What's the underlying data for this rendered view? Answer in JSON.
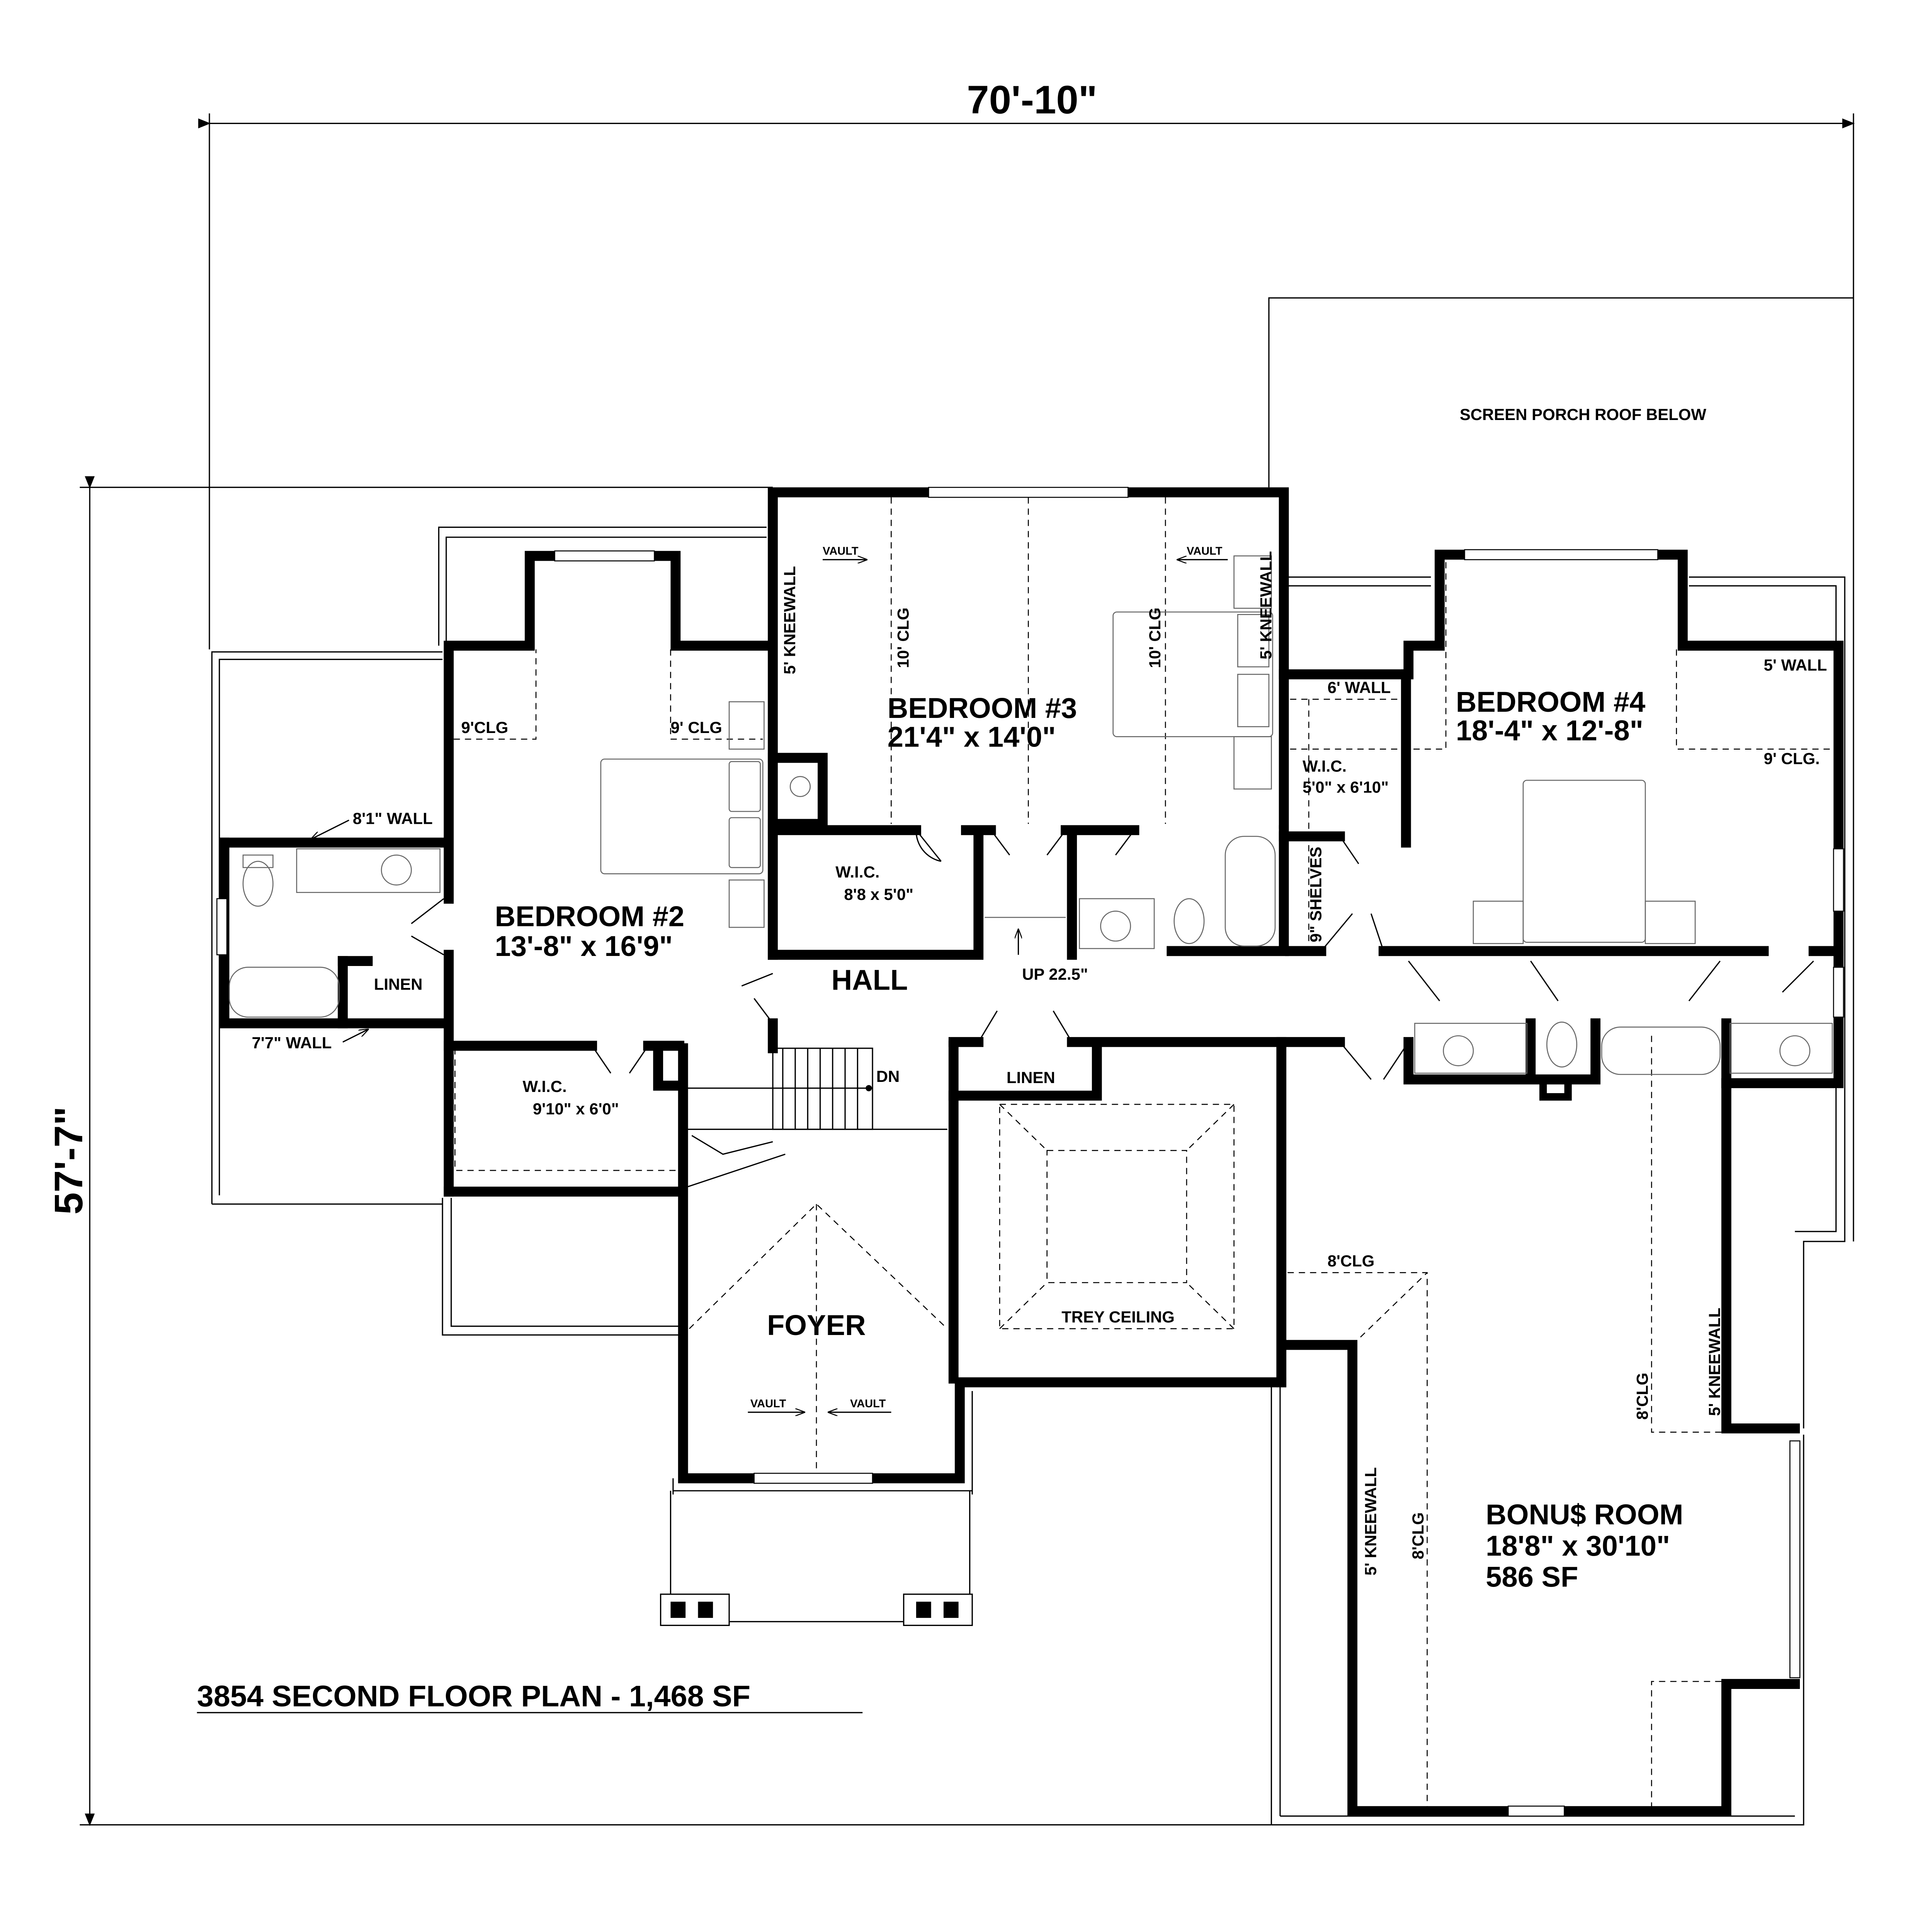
{
  "plan_title": "3854 SECOND FLOOR PLAN - 1,468 SF",
  "dimensions": {
    "width": "70'-10\"",
    "depth": "57'-7\""
  },
  "screen_porch": "SCREEN PORCH ROOF BELOW",
  "bedroom3": {
    "name": "BEDROOM #3",
    "size": "21'4\" x 14'0\"",
    "vault": "VAULT",
    "clg": "10' CLG",
    "kneewall": "5' KNEEWALL"
  },
  "bedroom2": {
    "name": "BEDROOM #2",
    "size": "13'-8\" x 16'9\"",
    "clg_left": "9'CLG",
    "clg_right": "9' CLG",
    "wall_top": "8'1\" WALL",
    "wall_bottom": "7'7\" WALL",
    "linen": "LINEN"
  },
  "wic2": {
    "name": "W.I.C.",
    "size": "9'10\" x 6'0\""
  },
  "wic3": {
    "name": "W.I.C.",
    "size": "8'8 x 5'0\""
  },
  "hall": {
    "name": "HALL",
    "up": "UP 22.5\"",
    "dn": "DN",
    "linen": "LINEN"
  },
  "bedroom4": {
    "name": "BEDROOM #4",
    "size": "18'-4\" x 12'-8\"",
    "wall5": "5' WALL",
    "clg": "9' CLG.",
    "wall6": "6' WALL",
    "wic": "W.I.C.",
    "wic_size": "5'0\" x 6'10\"",
    "shelves": "9\" SHELVES"
  },
  "foyer": {
    "name": "FOYER",
    "vault": "VAULT",
    "trey": "TREY CEILING"
  },
  "bonus": {
    "name": "BONU$ ROOM",
    "size": "18'8\" x 30'10\"",
    "area": "586 SF",
    "clg": "8'CLG",
    "kneewall": "5' KNEEWALL"
  }
}
